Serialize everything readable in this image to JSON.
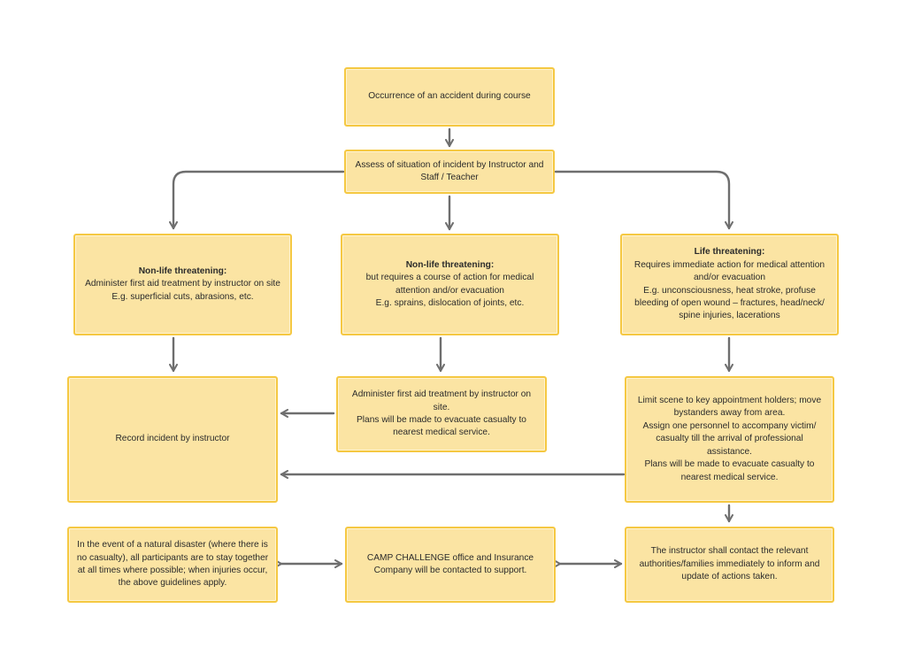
{
  "colors": {
    "box_fill": "#fbe4a3",
    "box_border": "#f5c842",
    "arrow": "#6e6e6e"
  },
  "nodes": {
    "occurrence": {
      "lines": [
        "Occurrence of an accident during course"
      ]
    },
    "assess": {
      "lines": [
        "Assess of situation of incident by Instructor and",
        "Staff / Teacher"
      ]
    },
    "non_life": {
      "heading": "Non-life threatening:",
      "lines": [
        "Administer first aid treatment by instructor on site",
        "E.g. superficial cuts, abrasions, etc."
      ]
    },
    "non_life_action": {
      "heading": "Non-life threatening:",
      "lines": [
        "but requires a course of action for medical",
        "attention and/or evacuation",
        "E.g. sprains, dislocation of joints, etc."
      ]
    },
    "life": {
      "heading": "Life threatening:",
      "lines": [
        "Requires immediate action for medical attention",
        "and/or evacuation",
        "E.g. unconsciousness, heat stroke, profuse",
        "bleeding of open wound – fractures, head/neck/",
        "spine injuries, lacerations"
      ]
    },
    "record": {
      "lines": [
        "Record incident by instructor"
      ]
    },
    "first_aid_evac": {
      "lines": [
        "Administer first aid treatment by instructor on",
        "site.",
        "Plans will be made to evacuate casualty to",
        "nearest medical service."
      ]
    },
    "limit_scene": {
      "lines": [
        "Limit scene to key appointment holders; move",
        "bystanders away from area.",
        "Assign one personnel to accompany victim/",
        "casualty till the arrival of professional assistance.",
        "Plans will be made to evacuate casualty to",
        "nearest medical service."
      ]
    },
    "natural_disaster": {
      "lines": [
        "In the event of a natural disaster (where there is",
        "no casualty), all participants are to stay together",
        "at all times where possible; when injuries occur,",
        "the above guidelines apply."
      ]
    },
    "camp_challenge": {
      "lines": [
        "CAMP CHALLENGE office and Insurance",
        "Company will be contacted to support."
      ]
    },
    "contact": {
      "lines": [
        "The instructor shall contact the relevant",
        "authorities/families immediately to inform and",
        "update of actions taken."
      ]
    }
  }
}
